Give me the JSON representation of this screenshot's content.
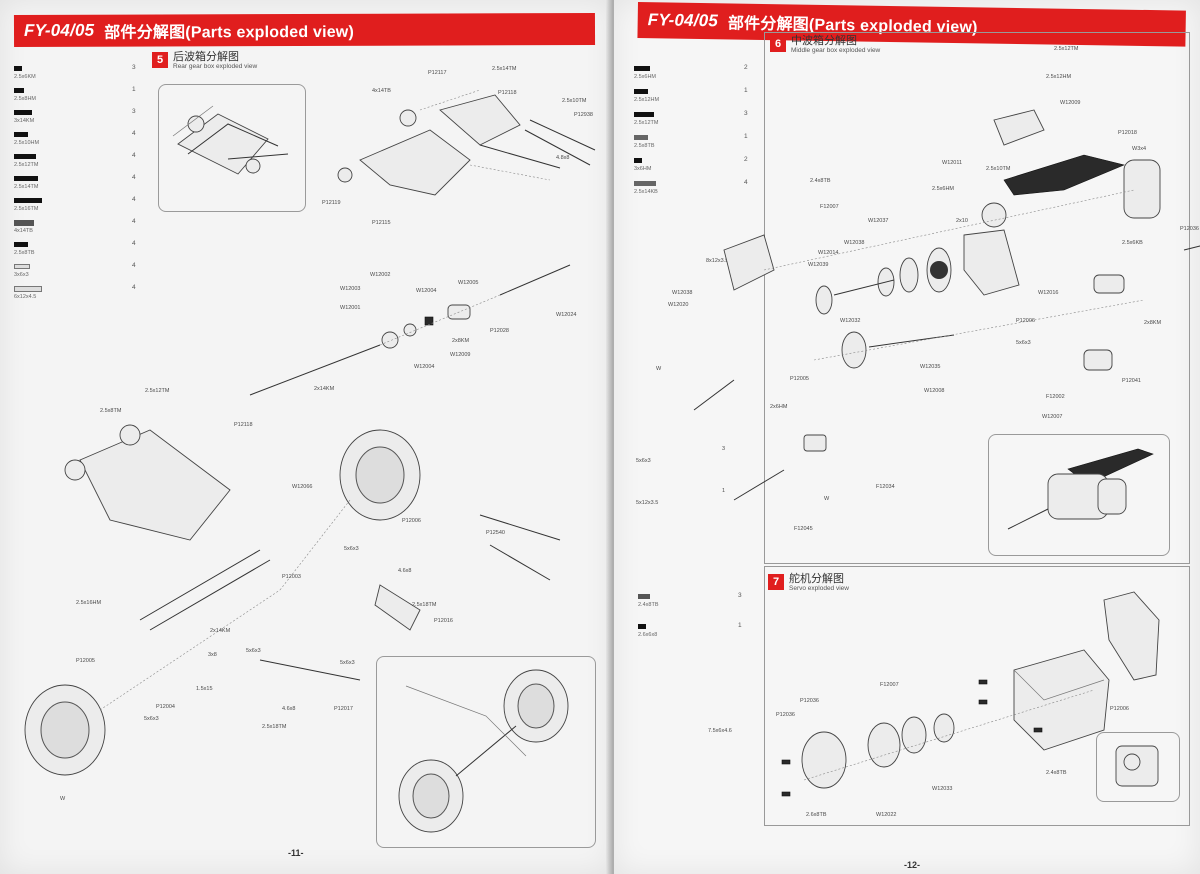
{
  "left_page": {
    "banner": {
      "model": "FY-04/05",
      "title": "部件分解图(Parts exploded view)"
    },
    "section": {
      "number": "5",
      "title_cn": "后波箱分解图",
      "title_en": "Rear gear box exploded view"
    },
    "legend": [
      {
        "spec": "2.5x6KM",
        "qty": "3"
      },
      {
        "spec": "2.5x8HM",
        "qty": "1"
      },
      {
        "spec": "3x14KM",
        "qty": "3"
      },
      {
        "spec": "2.5x10HM",
        "qty": "4"
      },
      {
        "spec": "2.5x12TM",
        "qty": "4"
      },
      {
        "spec": "2.5x14TM",
        "qty": "4"
      },
      {
        "spec": "2.5x16TM",
        "qty": "4"
      },
      {
        "spec": "4x14TB",
        "qty": "4"
      },
      {
        "spec": "2.5x8TB",
        "qty": "4"
      },
      {
        "spec": "3x6x3",
        "qty": "4"
      },
      {
        "spec": "6x12x4.5",
        "qty": "4"
      }
    ],
    "part_labels": {
      "p1": "P12117",
      "p2": "4x14TB",
      "p3": "2.5x14TM",
      "p4": "P12118",
      "p5": "2.5x10TM",
      "p6": "P12938",
      "p7": "4.8x8",
      "p8": "P12119",
      "p9": "P12115",
      "p10": "W12002",
      "p11": "W12003",
      "p12": "W12001",
      "p13": "W12004",
      "p14": "W12005",
      "p15": "W12024",
      "p16": "P12028",
      "p17": "2x8KM",
      "p18": "W12004",
      "p19": "W12009",
      "p20": "2x14KM",
      "p21": "2.5x12TM",
      "p22": "P12118",
      "p23": "2.5x8TM",
      "p24": "W12066",
      "p25": "P12006",
      "p26": "5x6x3",
      "p27": "P12540",
      "p28": "P12003",
      "p29": "2.5x16HM",
      "p30": "2x14KM",
      "p31": "3x8",
      "p32": "5x6x3",
      "p33": "5x6x3",
      "p34": "4.6x8",
      "p35": "2.5x18TM",
      "p36": "P12016",
      "p37": "P12005",
      "p38": "1.5x15",
      "p39": "P12004",
      "p40": "5x6x3",
      "p41": "4.6x8",
      "p42": "P12017",
      "p43": "2.5x18TM",
      "p44": "W"
    },
    "page_number": "-11-"
  },
  "right_page": {
    "banner": {
      "model": "FY-04/05",
      "title": "部件分解图(Parts exploded view)"
    },
    "section6": {
      "number": "6",
      "title_cn": "中波箱分解图",
      "title_en": "Middle gear box exploded view"
    },
    "legend6": [
      {
        "spec": "2.5x6HM",
        "qty": "2"
      },
      {
        "spec": "2.5x12HM",
        "qty": "1"
      },
      {
        "spec": "2.5x12TM",
        "qty": "3"
      },
      {
        "spec": "2.5x8TB",
        "qty": "1"
      },
      {
        "spec": "3x6HM",
        "qty": "2"
      },
      {
        "spec": "2.5x14KB",
        "qty": "4"
      }
    ],
    "extra6": [
      {
        "spec": "8x12x3.5",
        "qty": "2"
      },
      {
        "spec": "W",
        "qty": ""
      },
      {
        "spec": "5x6x3",
        "qty": "3"
      },
      {
        "spec": "5x12x3.5",
        "qty": "1"
      }
    ],
    "part_labels6": {
      "q1": "2.5x12TM",
      "q2": "2.5x12HM",
      "q3": "W12009",
      "q4": "2.5x10TM",
      "q5": "P12018",
      "q6": "W3x4",
      "q7": "W12011",
      "q8": "2.5x6HM",
      "q9": "2.4x8TB",
      "q10": "F12007",
      "q11": "W12037",
      "q12": "2x10",
      "q13": "W12038",
      "q14": "W12014",
      "q15": "W12039",
      "q16": "P12036",
      "q17": "2.5x6KB",
      "q18": "W12038",
      "q19": "W12020",
      "q20": "W12016",
      "q21": "P12006",
      "q22": "5x6x3",
      "q23": "2x8KM",
      "q24": "W12032",
      "q25": "W12035",
      "q26": "P12005",
      "q27": "2x6HM",
      "q28": "F12002",
      "q29": "W12007",
      "q30": "P12041",
      "q31": "W12008",
      "q32": "F12034",
      "q33": "F12045",
      "q34": "W"
    },
    "section7": {
      "number": "7",
      "title_cn": "舵机分解图",
      "title_en": "Servo exploded view"
    },
    "legend7": [
      {
        "spec": "2.4x8TB",
        "qty": "3"
      },
      {
        "spec": "2.6x6x8",
        "qty": "1"
      }
    ],
    "extra7": {
      "spec": "7.5x6x4.6",
      "qty": ""
    },
    "part_labels7": {
      "r1": "F12007",
      "r2": "P12036",
      "r3": "P12036",
      "r4": "P12006",
      "r5": "W12033",
      "r6": "2.4x8TB",
      "r7": "W12022",
      "r8": "2.6x8TB"
    },
    "page_number": "-12-"
  },
  "colors": {
    "accent": "#e01e1e",
    "paper": "#f4f4f4",
    "ink": "#333333"
  }
}
